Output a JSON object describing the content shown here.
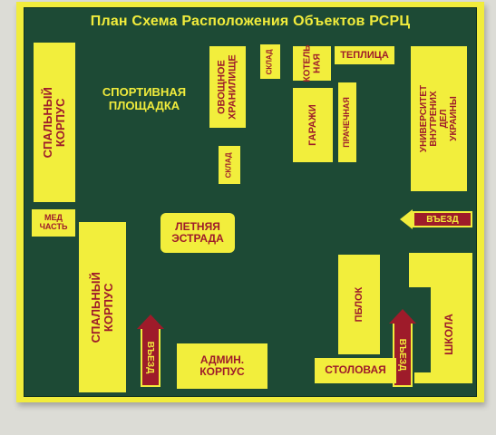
{
  "title": "План Схема Расположения  Объектов РСРЦ",
  "buildings": {
    "dorm_top": "СПАЛЬНЫЙ\nКОРПУС",
    "dorm_bottom": "СПАЛЬНЫЙ\nКОРПУС",
    "med": "МЕД\nЧАСТЬ",
    "sports": "СПОРТИВНАЯ\nПЛОЩАДКА",
    "veg": "ОВОЩНОЕ\nХРАНИЛИЩЕ",
    "sklad1": "СКЛАД",
    "sklad2": "СКЛАД",
    "boiler": "КОТЕЛЬ\nНАЯ",
    "greenhouse": "ТЕПЛИЦА",
    "garages": "ГАРАЖИ",
    "laundry": "ПРАЧЕЧНАЯ",
    "university": "УНИВЕРСИТЕТ\nВНУТРЕНИХ ДЕЛ\nУКРАИНЫ",
    "stage": "ЛЕТНЯЯ\nЭСТРАДА",
    "admin": "АДМИН.\nКОРПУС",
    "canteen": "СТОЛОВАЯ",
    "pblock": "ПБЛОК",
    "school": "ШКОЛА"
  },
  "arrows": {
    "entry_right": "ВЪЕЗД",
    "entry_left": "ВЪЕЗД",
    "entry_mid": "ВЪЕЗД"
  },
  "colors": {
    "board": "#f1ec3c",
    "field": "#1d4a35",
    "text": "#9e1b2a"
  }
}
